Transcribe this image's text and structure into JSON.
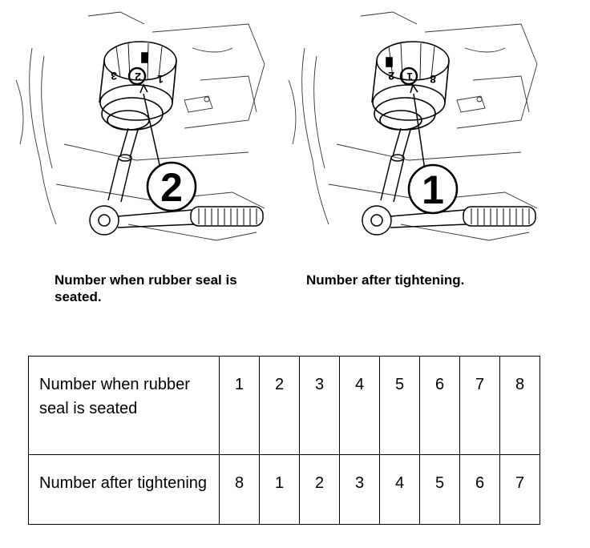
{
  "illustrations": {
    "left": {
      "callout": "2",
      "socket_marks": [
        "3",
        "2",
        "1"
      ]
    },
    "right": {
      "callout": "1",
      "socket_marks": [
        "2",
        "1",
        "8"
      ]
    }
  },
  "captions": {
    "left": "Number when rubber seal is seated.",
    "right": "Number after tightening."
  },
  "table": {
    "row_seated": {
      "header": "Number when rubber seal is seated",
      "values": [
        "1",
        "2",
        "3",
        "4",
        "5",
        "6",
        "7",
        "8"
      ]
    },
    "row_tightened": {
      "header": "Number after tightening",
      "values": [
        "8",
        "1",
        "2",
        "3",
        "4",
        "5",
        "6",
        "7"
      ]
    }
  }
}
